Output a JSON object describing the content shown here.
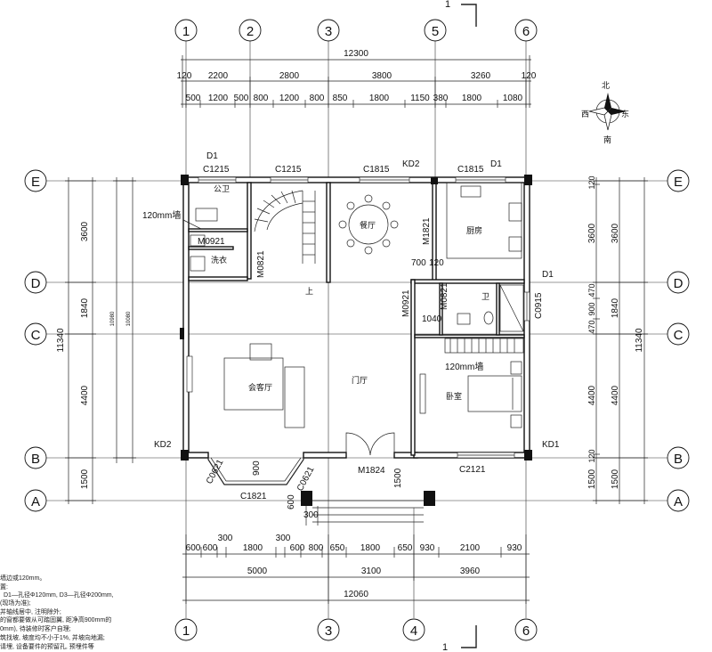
{
  "axes": {
    "top": [
      "1",
      "2",
      "3",
      "5",
      "6"
    ],
    "bottom": [
      "1",
      "3",
      "4",
      "6"
    ],
    "left": [
      "E",
      "D",
      "C",
      "B",
      "A"
    ],
    "right": [
      "E",
      "D",
      "C",
      "B",
      "A"
    ]
  },
  "section_mark": "1",
  "dims_top": {
    "total": "12300",
    "row1": [
      "120",
      "2200",
      "2800",
      "3800",
      "3260",
      "120"
    ],
    "row2": [
      "500",
      "1200",
      "500",
      "800",
      "1200",
      "800",
      "850",
      "1800",
      "1150",
      "380",
      "1800",
      "1080"
    ]
  },
  "dims_bottom": {
    "row1": [
      "600",
      "600",
      "300",
      "1800",
      "300",
      "600",
      "800",
      "650",
      "1800",
      "650",
      "930",
      "2100",
      "930"
    ],
    "row2": [
      "5000",
      "3100",
      "3960"
    ],
    "total": "12060"
  },
  "dims_left": {
    "segments": [
      "3600",
      "1840",
      "4400",
      "1500"
    ],
    "total": "11340",
    "inner1": "10980",
    "inner2": "10080"
  },
  "dims_right": {
    "segments": [
      "120",
      "3600",
      "470",
      "900",
      "470",
      "4400",
      "120",
      "1500"
    ],
    "segments2": [
      "3600",
      "1840",
      "4400",
      "1500"
    ],
    "total": "11340"
  },
  "openings": {
    "d1_left": "D1",
    "c1215_a": "C1215",
    "c1215_b": "C1215",
    "c1815_a": "C1815",
    "kd2_top": "KD2",
    "c1815_b": "C1815",
    "d1_right": "D1",
    "m0921_a": "M0921",
    "m0821_a": "M0821",
    "m1821": "M1821",
    "d1_east": "D1",
    "c0915": "C0915",
    "m0921_b": "M0921",
    "m0821_b": "M0821",
    "kd2_left": "KD2",
    "c0621_a": "C0621",
    "c1821": "C1821",
    "c0621_b": "C0621",
    "m1824": "M1824",
    "c2121": "C2121",
    "kd1": "KD1"
  },
  "dims_misc": {
    "d700": "700",
    "d120": "120",
    "d1040": "1040",
    "d900": "900",
    "d1500": "1500",
    "d600": "600",
    "d300": "300"
  },
  "rooms": {
    "public_wc": "公卫",
    "laundry": "洗衣",
    "dining": "餐厅",
    "kitchen": "厨房",
    "wc": "卫",
    "living": "会客厅",
    "foyer": "门厅",
    "bedroom": "卧室",
    "stair_up": "上"
  },
  "wall_notes": {
    "a": "120mm墙",
    "b": "120mm墙"
  },
  "compass": {
    "north": "北",
    "south": "南",
    "east": "东",
    "west": "西"
  },
  "notes": [
    "墙边或120mm。",
    "置:",
    "D1—孔径Φ120mm, D3—孔径Φ200mm,",
    "(现场为准);",
    "并轴线居中, 注明除外;",
    "的窗都要做从可踏固翼, 距净高900mm的",
    "0mm), 待装修时客户自理;",
    "筑找坡, 坡度均不小于1%, 并坡向地漏;",
    "请埋, 设备要件的预留孔, 预埋件等"
  ]
}
